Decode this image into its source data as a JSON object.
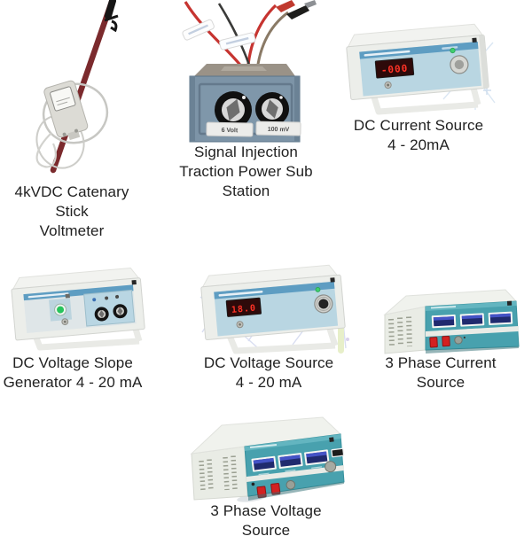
{
  "products": [
    {
      "label_lines": [
        "4kVDC Catenary",
        "Stick",
        "Voltmeter"
      ]
    },
    {
      "label_lines": [
        "Signal Injection",
        "Traction Power Sub",
        "Station"
      ],
      "knob_labels": [
        "6 Volt",
        "100 mV"
      ]
    },
    {
      "label_lines": [
        "DC Current Source",
        "4 - 20mA"
      ],
      "display_value": "-000"
    },
    {
      "label_lines": [
        "DC Voltage Slope",
        "Generator 4 - 20 mA"
      ]
    },
    {
      "label_lines": [
        "DC Voltage Source",
        "4 - 20 mA"
      ],
      "display_value": "18.0"
    },
    {
      "label_lines": [
        "3 Phase Current",
        "Source"
      ]
    },
    {
      "label_lines": [
        "3 Phase Voltage",
        "Source"
      ]
    }
  ],
  "colors": {
    "background": "#ffffff",
    "caption_text": "#212121",
    "rod_red": "#7b2a2d",
    "signal_box_blue_gray": "#7d94a7",
    "instrument_case_white": "#eceeea",
    "panel_light_blue": "#b9d6e2",
    "panel_header_blue": "#5e9dc2",
    "teal_front_panel": "#48a1ae",
    "led_display_red": "#ff3226",
    "lcd_navy": "#202a6e",
    "switch_red": "#d32121"
  }
}
